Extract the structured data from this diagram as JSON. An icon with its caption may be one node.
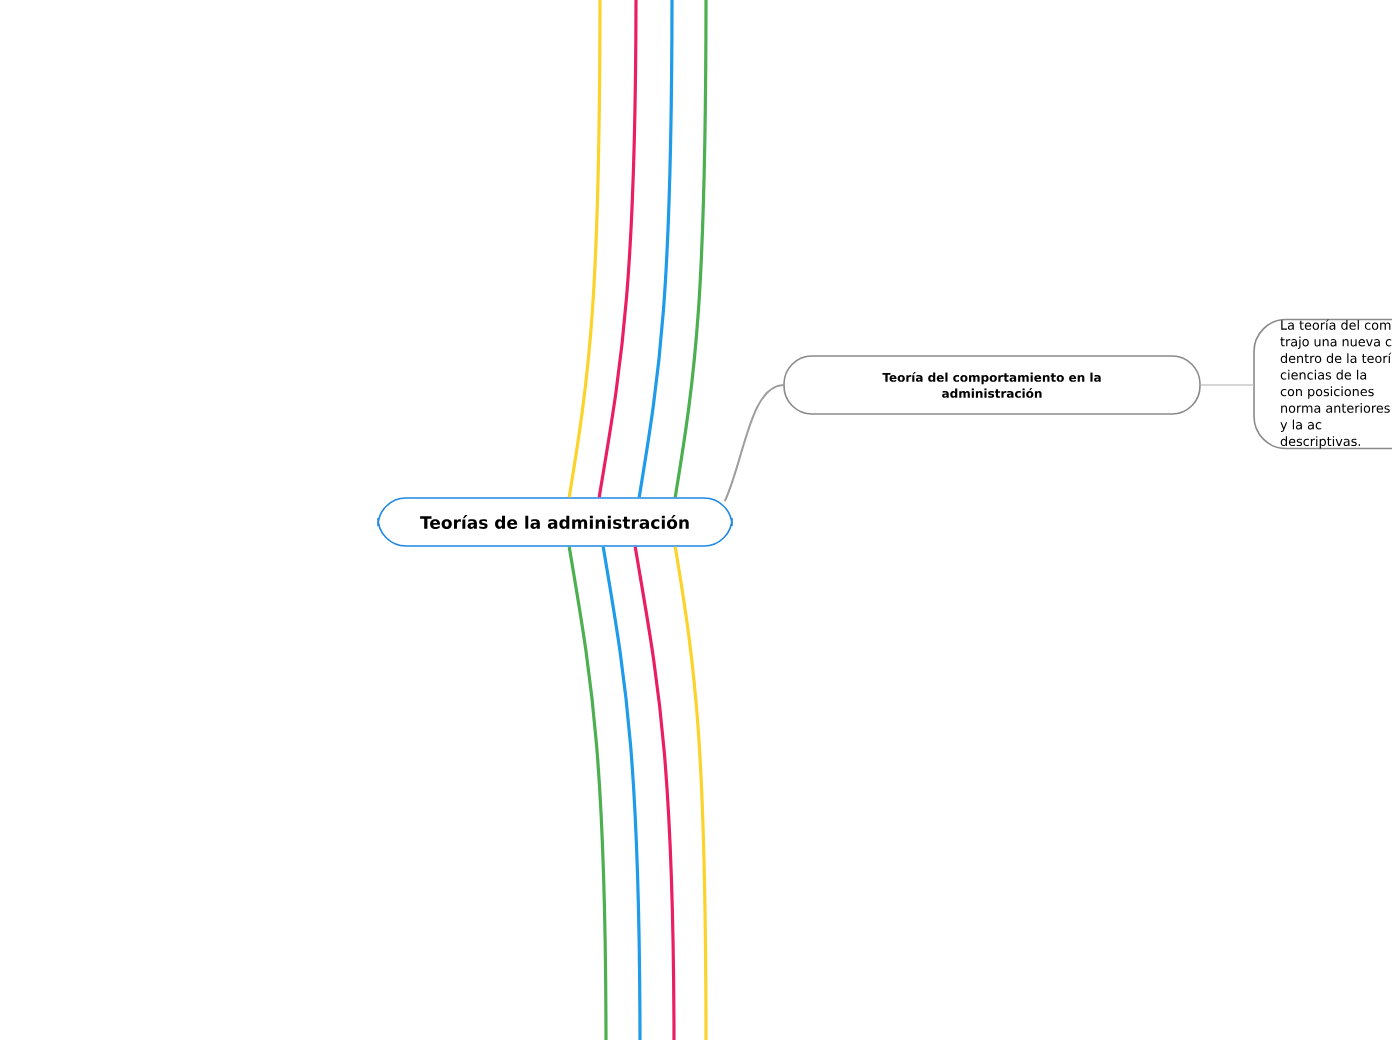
{
  "diagram": {
    "nodes": [
      {
        "text": [
          "Teorías de la administración"
        ]
      },
      {
        "text": [
          "Teoría del comportamiento en la administración"
        ]
      },
      {
        "text": [
          "La teoría del com trajo una nueva c dentro de la teorí ciencias de la con posiciones norma anteriores y la ac descriptivas."
        ]
      }
    ],
    "edges": [
      {
        "from": 0,
        "to": 1,
        "arrow": "none",
        "color": "#9e9e9e"
      },
      {
        "from": 1,
        "to": 2,
        "arrow": "none",
        "color": "#d6d6d6"
      },
      {
        "from": 0,
        "to": null,
        "arrow": "none",
        "color": "#fbd32a"
      },
      {
        "from": 0,
        "to": null,
        "arrow": "none",
        "color": "#e91e63"
      },
      {
        "from": 0,
        "to": null,
        "arrow": "none",
        "color": "#1e9be9"
      },
      {
        "from": 0,
        "to": null,
        "arrow": "none",
        "color": "#4caf50"
      },
      {
        "from": 0,
        "to": null,
        "arrow": "none",
        "color": "#4caf50"
      },
      {
        "from": 0,
        "to": null,
        "arrow": "none",
        "color": "#1e9be9"
      },
      {
        "from": 0,
        "to": null,
        "arrow": "none",
        "color": "#e91e63"
      },
      {
        "from": 0,
        "to": null,
        "arrow": "none",
        "color": "#fbd32a"
      }
    ]
  }
}
